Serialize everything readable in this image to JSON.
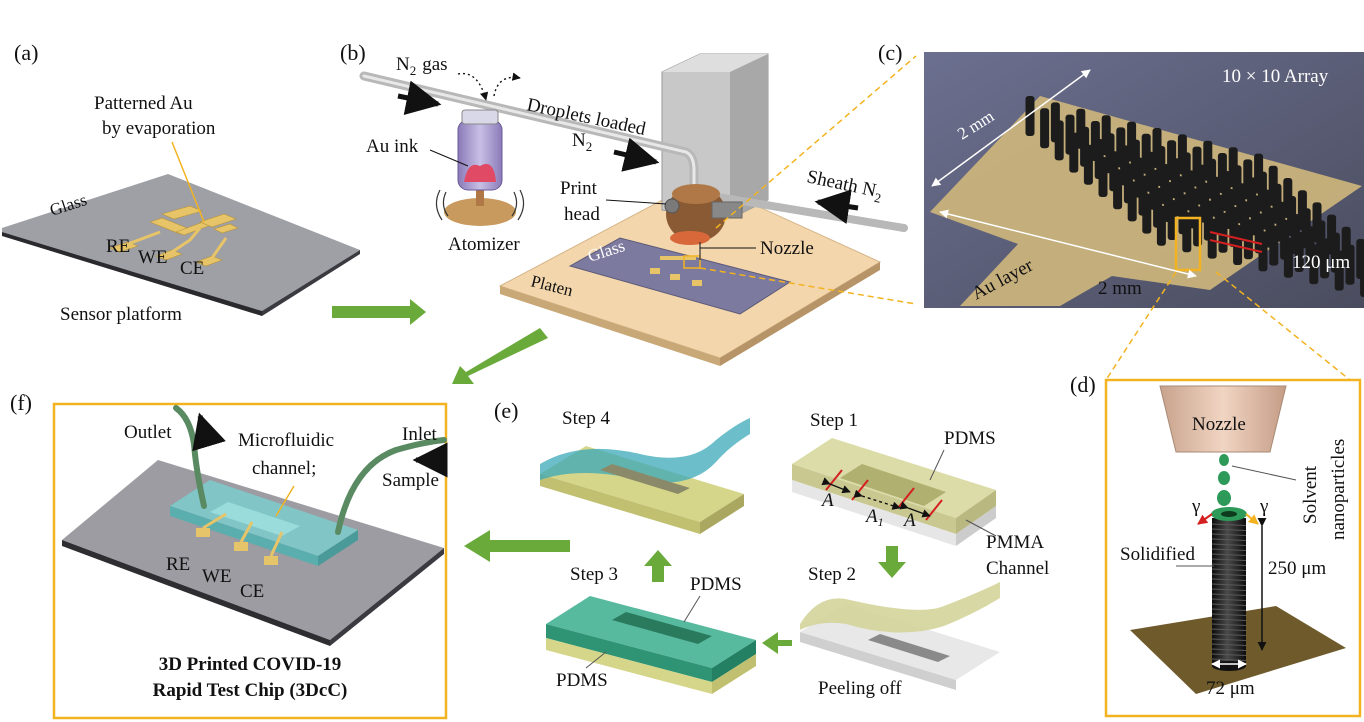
{
  "panels": {
    "a": {
      "label": "(a)",
      "patterned_au_line1": "Patterned Au",
      "patterned_au_line2": "by evaporation",
      "glass": "Glass",
      "re": "RE",
      "we": "WE",
      "ce": "CE",
      "caption": "Sensor platform"
    },
    "b": {
      "label": "(b)",
      "n2": "N",
      "n2_sub": "2",
      "gas": "gas",
      "droplets_loaded": "Droplets loaded",
      "droplets_n": "N",
      "droplets_sub": "2",
      "au_ink": "Au ink",
      "print_head_line1": "Print",
      "print_head_line2": "head",
      "sheath": "Sheath N",
      "sheath_sub": "2",
      "atomizer": "Atomizer",
      "glass": "Glass",
      "nozzle": "Nozzle",
      "platen": "Platen"
    },
    "c": {
      "label": "(c)",
      "array": "10 × 10 Array",
      "dim_top": "2 mm",
      "dim_bottom": "2 mm",
      "au_layer": "Au layer",
      "pitch": "120 μm"
    },
    "d": {
      "label": "(d)",
      "nozzle": "Nozzle",
      "solvent": "Solvent",
      "nanoparticles": "nanoparticles",
      "gamma_left": "γ",
      "gamma_right": "γ",
      "solidified": "Solidified",
      "height": "250 μm",
      "width": "72 μm"
    },
    "e": {
      "label": "(e)",
      "step1": "Step 1",
      "step2": "Step 2",
      "step3": "Step 3",
      "step4": "Step 4",
      "pdms_s1": "PDMS",
      "pmma_line1": "PMMA",
      "pmma_line2": "Channel",
      "a_left": "A",
      "a_mid": "A",
      "a_mid_sub": "1",
      "a_right": "A",
      "peeling": "Peeling off",
      "pdms_s3_top": "PDMS",
      "pdms_s3_bottom": "PDMS"
    },
    "f": {
      "label": "(f)",
      "outlet": "Outlet",
      "inlet": "Inlet",
      "sample": "Sample",
      "microfluidic_line1": "Microfluidic",
      "microfluidic_line2": "channel;",
      "re": "RE",
      "we": "WE",
      "ce": "CE",
      "title_line1": "3D Printed COVID-19",
      "title_line2": "Rapid Test Chip (3DcC)"
    }
  },
  "colors": {
    "accent_yellow": "#f3b320",
    "arrow_green": "#6aaa3a",
    "glass_gray": "#9c9ca2",
    "gold": "#e6c46a",
    "platen": "#f3d6ac",
    "pillar": "#1e1e1e",
    "pdms_green": "#c8d67e",
    "channel_cyan": "#7ccccc"
  }
}
